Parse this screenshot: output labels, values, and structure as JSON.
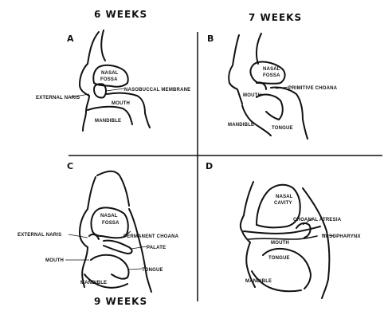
{
  "headers": {
    "six_weeks": "6 WEEKS",
    "seven_weeks": "7 WEEKS",
    "nine_weeks": "9 WEEKS"
  },
  "panels": {
    "a": {
      "letter": "A",
      "labels": {
        "nasal_fossa_1": "NASAL",
        "nasal_fossa_2": "FOSSA",
        "oronasal_membrane": "NASOBUCCAL MEMBRANE",
        "external_naris": "EXTERNAL NARIS",
        "mouth": "MOUTH",
        "mandible": "MANDIBLE"
      }
    },
    "b": {
      "letter": "B",
      "labels": {
        "nasal_fossa_1": "NASAL",
        "nasal_fossa_2": "FOSSA",
        "primitive_choana": "PRIMITIVE CHOANA",
        "mouth": "MOUTH",
        "mandible": "MANDIBLE",
        "tongue": "TONGUE"
      }
    },
    "c": {
      "letter": "C",
      "labels": {
        "nasal_fossa_1": "NASAL",
        "nasal_fossa_2": "FOSSA",
        "external_naris": "EXTERNAL NARIS",
        "permanent_choana": "PERMANENT CHOANA",
        "palate": "PALATE",
        "mouth": "MOUTH",
        "tongue": "TONGUE",
        "mandible": "MANDIBLE"
      }
    },
    "d": {
      "letter": "D",
      "labels": {
        "nasal_cavity_1": "NASAL",
        "nasal_cavity_2": "CAVITY",
        "choanal_atresia": "CHOANAL ATRESIA",
        "nasopharynx": "NASOPHARYNX",
        "mouth": "MOUTH",
        "tongue": "TONGUE",
        "mandible": "MANDIBLE"
      }
    }
  }
}
